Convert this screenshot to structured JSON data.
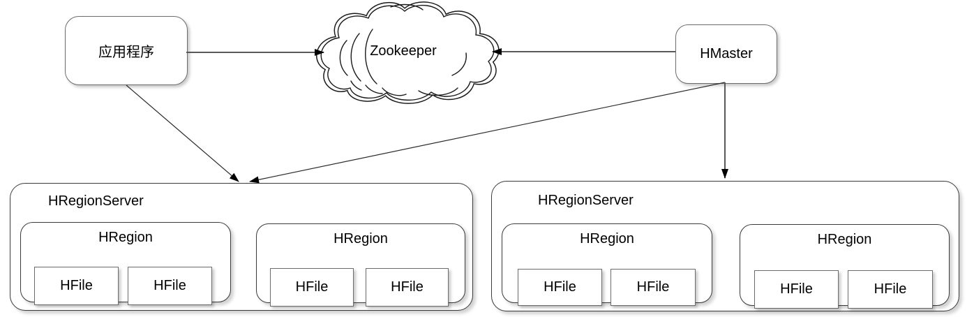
{
  "diagram": {
    "application": {
      "label": "应用程序"
    },
    "zookeeper": {
      "label": "Zookeeper"
    },
    "hmaster": {
      "label": "HMaster"
    },
    "servers": [
      {
        "label": "HRegionServer",
        "regions": [
          {
            "label": "HRegion",
            "files": [
              "HFile",
              "HFile"
            ]
          },
          {
            "label": "HRegion",
            "files": [
              "HFile",
              "HFile"
            ]
          }
        ]
      },
      {
        "label": "HRegionServer",
        "regions": [
          {
            "label": "HRegion",
            "files": [
              "HFile",
              "HFile"
            ]
          },
          {
            "label": "HRegion",
            "files": [
              "HFile",
              "HFile"
            ]
          }
        ]
      }
    ],
    "connections": [
      {
        "from": "application",
        "to": "zookeeper"
      },
      {
        "from": "hmaster",
        "to": "zookeeper"
      },
      {
        "from": "application",
        "to": "regionserver-1"
      },
      {
        "from": "hmaster",
        "to": "regionserver-1"
      },
      {
        "from": "hmaster",
        "to": "regionserver-2"
      }
    ],
    "colors": {
      "background": "#ffffff",
      "node_border": "#6b6b6b",
      "container_border": "#3a3a3a",
      "connector_gray": "#595959",
      "connector_thin": "#2b2b2b",
      "arrowhead": "#000000",
      "text": "#000000"
    }
  }
}
